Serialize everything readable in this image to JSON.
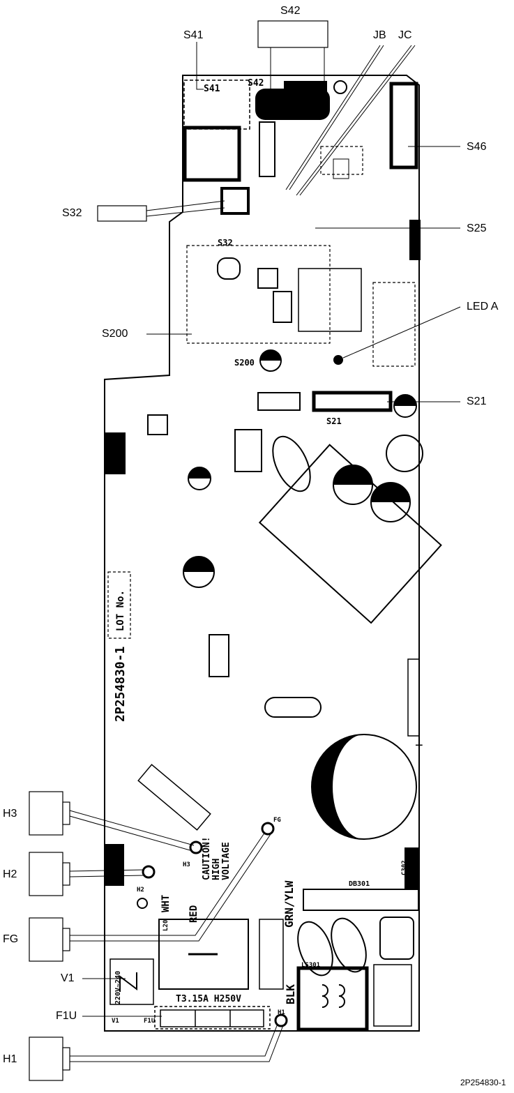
{
  "callouts": {
    "s42": "S42",
    "s41": "S41",
    "jb": "JB",
    "jc": "JC",
    "s46": "S46",
    "s32": "S32",
    "s25": "S25",
    "led_a": "LED A",
    "s200": "S200",
    "s21": "S21",
    "h3": "H3",
    "h2": "H2",
    "fg": "FG",
    "v1": "V1",
    "f1u": "F1U",
    "h1": "H1"
  },
  "board_markings": {
    "s41": "S41",
    "s42": "S42",
    "s32": "S32",
    "s200": "S200",
    "s21": "S21",
    "lot_no": "LOT No.",
    "part_number": "2P254830-1",
    "caution": "CAUTION!",
    "high_voltage_1": "HIGH",
    "high_voltage_2": "VOLTAGE",
    "grn_ylw": "GRN/YLW",
    "red": "RED",
    "wht": "WHT",
    "blk": "BLK",
    "fuse_rating": "T3.15A  H250V",
    "voltage": "220V~240",
    "db301": "DB301",
    "c302": "C302",
    "ls301": "LS301",
    "l20": "L20",
    "h3": "H3",
    "h2": "H2",
    "h1": "H1",
    "fg": "FG",
    "v1": "V1",
    "f1u": "F1U"
  },
  "footer": {
    "drawing_number": "2P254830-1"
  }
}
